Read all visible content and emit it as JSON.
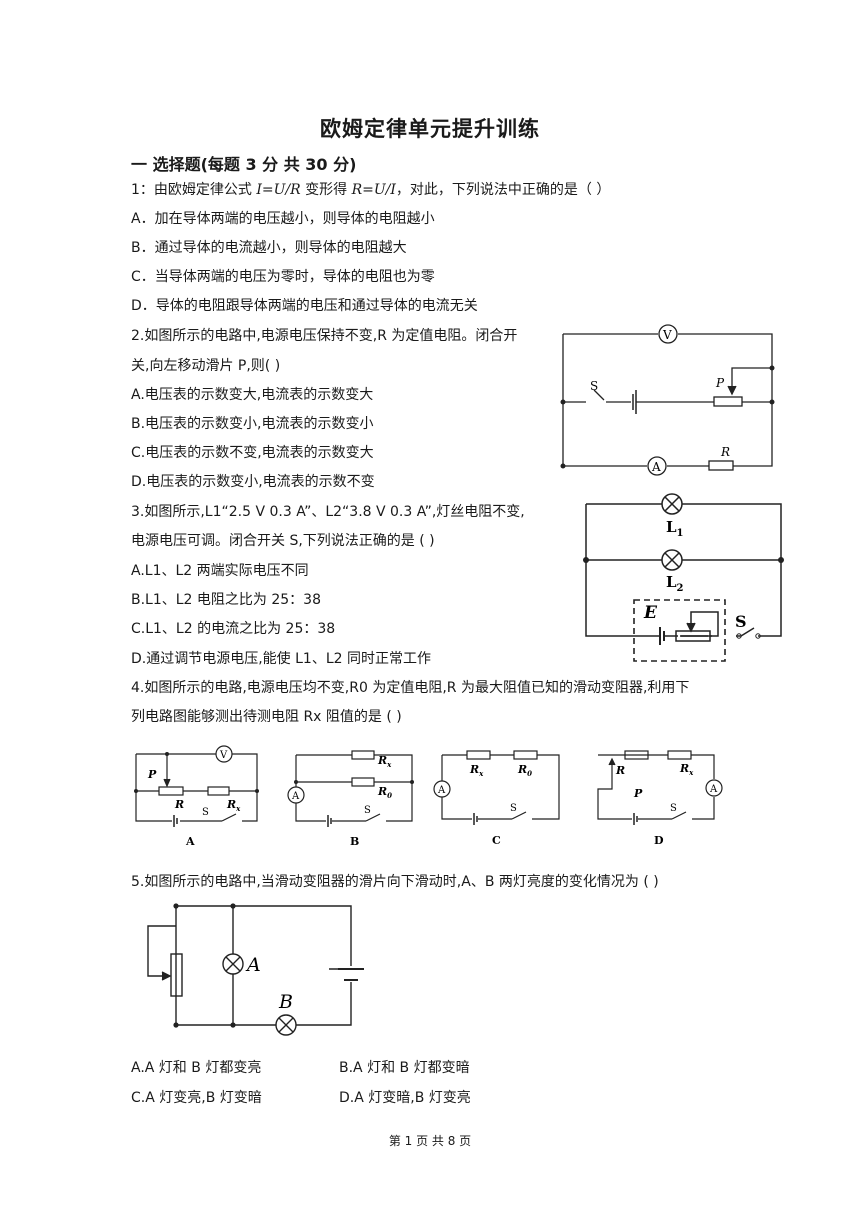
{
  "title": "欧姆定律单元提升训练",
  "section1": "一  选择题(每题 3 分  共 30 分)",
  "q1": {
    "stem_a": "1：由欧姆定律公式 ",
    "stem_formula1": "I=U/R",
    "stem_b": " 变形得 ",
    "stem_formula2": "R=U/I",
    "stem_c": "，对此，下列说法中正确的是（        ）",
    "A": "A．加在导体两端的电压越小，则导体的电阻越小",
    "B": "B．通过导体的电流越小，则导体的电阻越大",
    "C": "C．当导体两端的电压为零时，导体的电阻也为零",
    "D": "D．导体的电阻跟导体两端的电压和通过导体的电流无关"
  },
  "q2": {
    "stem1": "2.如图所示的电路中,电源电压保持不变,R 为定值电阻。闭合开",
    "stem2": "关,向左移动滑片 P,则(       )",
    "A": "A.电压表的示数变大,电流表的示数变大",
    "B": "B.电压表的示数变小,电流表的示数变小",
    "C": "C.电压表的示数不变,电流表的示数变大",
    "D": "D.电压表的示数变小,电流表的示数不变",
    "fig": {
      "voltmeter": "V",
      "ammeter": "A",
      "switch": "S",
      "slider": "P",
      "resistor": "R"
    }
  },
  "q3": {
    "stem1": "3.如图所示,L1“2.5 V    0.3 A”、L2“3.8 V    0.3 A”,灯丝电阻不变,",
    "stem2": "电源电压可调。闭合开关 S,下列说法正确的是    (       )",
    "A": "A.L1、L2 两端实际电压不同",
    "B": "B.L1、L2 电阻之比为 25：38",
    "C": "C.L1、L2 的电流之比为 25：38",
    "D": "D.通过调节电源电压,能使 L1、L2 同时正常工作",
    "fig": {
      "l1": "L",
      "l1_sub": "1",
      "l2": "L",
      "l2_sub": "2",
      "source": "E",
      "switch": "S"
    }
  },
  "q4": {
    "stem1": "4.如图所示的电路,电源电压均不变,R0 为定值电阻,R 为最大阻值已知的滑动变阻器,利用下",
    "stem2": "列电路图能够测出待测电阻 Rx 阻值的是    (        )",
    "figs": {
      "a_label": "A",
      "b_label": "B",
      "c_label": "C",
      "d_label": "D",
      "v": "V",
      "am": "A",
      "p": "P",
      "r": "R",
      "rx": "R",
      "x": "x",
      "zero": "0",
      "s": "S"
    }
  },
  "q5": {
    "stem": "5.如图所示的电路中,当滑动变阻器的滑片向下滑动时,A、B 两灯亮度的变化情况为    (        )",
    "A": "A.A 灯和 B 灯都变亮",
    "B": "B.A 灯和 B 灯都变暗",
    "C": "C.A 灯变亮,B 灯变暗",
    "D": "D.A 灯变暗,B 灯变亮",
    "fig": {
      "lamp_a": "A",
      "lamp_b": "B"
    }
  },
  "footer": "第  1  页  共  8  页"
}
